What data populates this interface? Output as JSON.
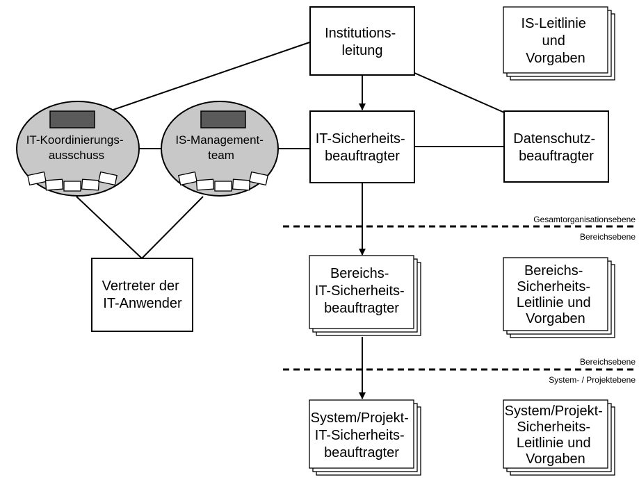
{
  "nodes": {
    "institutionsleitung": [
      "Institutions-",
      "leitung"
    ],
    "is_leitlinie": [
      "IS-Leitlinie",
      "und",
      "Vorgaben"
    ],
    "it_sicherheitsbeauftragter": [
      "IT-Sicherheits-",
      "beauftragter"
    ],
    "datenschutzbeauftragter": [
      "Datenschutz-",
      "beauftragter"
    ],
    "it_koordinierungsausschuss": [
      "IT-Koordinierungs-",
      "ausschuss"
    ],
    "is_managementteam": [
      "IS-Management-",
      "team"
    ],
    "vertreter": [
      "Vertreter der",
      "IT-Anwender"
    ],
    "bereichs_it_sb": [
      "Bereichs-",
      "IT-Sicherheits-",
      "beauftragter"
    ],
    "bereichs_leitlinie": [
      "Bereichs-",
      "Sicherheits-",
      "Leitlinie und",
      "Vorgaben"
    ],
    "system_it_sb": [
      "System/Projekt-",
      "IT-Sicherheits-",
      "beauftragter"
    ],
    "system_leitlinie": [
      "System/Projekt-",
      "Sicherheits-",
      "Leitlinie und",
      "Vorgaben"
    ]
  },
  "levels": {
    "divider1_above": "Gesamtorganisationsebene",
    "divider1_below": "Bereichsebene",
    "divider2_above": "Bereichsebene",
    "divider2_below": "System- / Projektebene"
  }
}
